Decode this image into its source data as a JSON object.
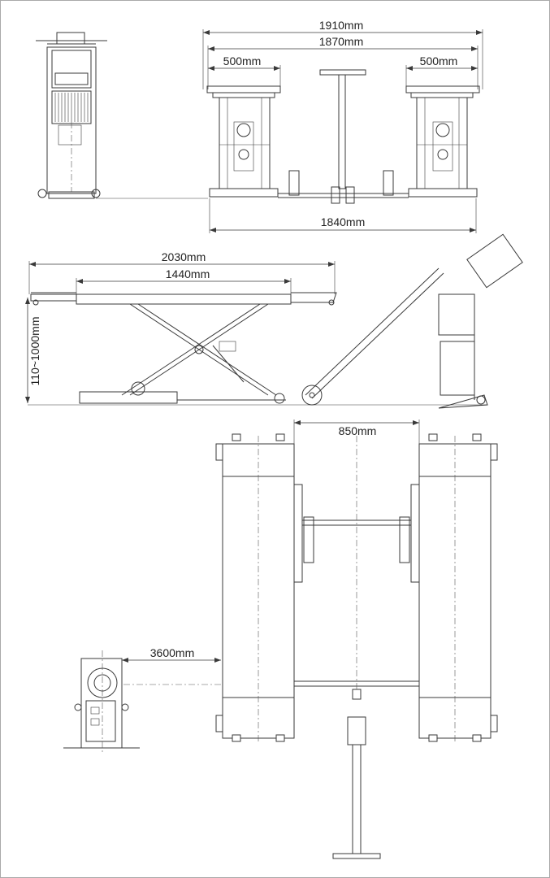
{
  "dimensions": {
    "overall_width_1": "1910mm",
    "overall_width_2": "1870mm",
    "pad_width_left": "500mm",
    "pad_width_right": "500mm",
    "base_width": "1840mm",
    "platform_length": "2030mm",
    "inner_length": "1440mm",
    "lift_height": "110~1000mm",
    "platform_gap": "850mm",
    "control_distance": "3600mm"
  },
  "colors": {
    "line": "#3a3a3a",
    "frame": "#a9a9a9"
  }
}
